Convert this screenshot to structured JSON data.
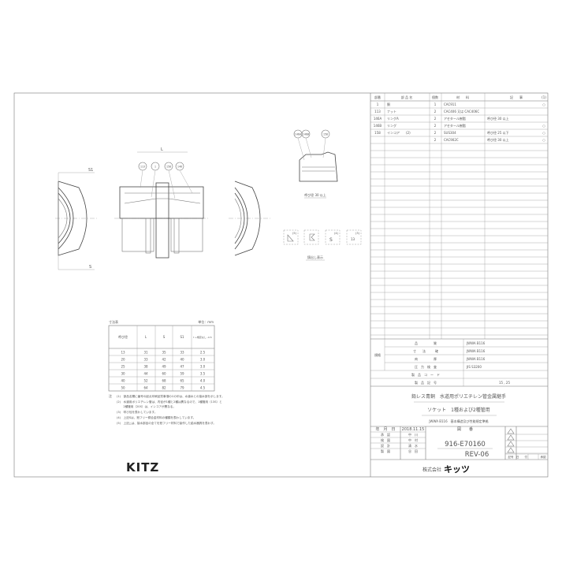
{
  "parts_table": {
    "headers": [
      "部番",
      "部 品 名",
      "個数",
      "材　　料",
      "記　　事",
      "(1)"
    ],
    "rows": [
      {
        "no": "1",
        "name": "胴",
        "qty": "1",
        "material": "CAC911",
        "remark": "",
        "mark": "○"
      },
      {
        "no": "113",
        "name": "ナット",
        "qty": "2",
        "material": "CAC406 又は CAC406C",
        "remark": "",
        "mark": ""
      },
      {
        "no": "146A",
        "name": "リングA",
        "qty": "2",
        "material": "アセタール樹脂",
        "remark": "呼び径 30 以上",
        "mark": ""
      },
      {
        "no": "146B",
        "name": "リング",
        "qty": "2",
        "material": "アセタール樹脂",
        "remark": "",
        "mark": "○"
      },
      {
        "no": "158",
        "name": "インコア　　(2)",
        "qty": "2",
        "material": "SUS304",
        "remark": "呼び径 25 以下",
        "mark": "○"
      },
      {
        "no": "",
        "name": "",
        "qty": "2",
        "material": "CAC902C",
        "remark": "呼び径 30 以上",
        "mark": "○"
      }
    ]
  },
  "standards": {
    "group_label": "規格",
    "rows": [
      {
        "label": "品　　　　　質",
        "value": "JWWA B116"
      },
      {
        "label": "寸　　法　　　確",
        "value": "JWWA B116"
      },
      {
        "label": "肉　　　　　厚",
        "value": "JWWA B116"
      },
      {
        "label": "圧　力　検　査",
        "value": "JIS S3200"
      },
      {
        "label": "製　品　コ　ー　ド",
        "value": ""
      },
      {
        "label": "製　品　記　号",
        "value": "15 , 25"
      }
    ]
  },
  "title": {
    "line1": "鉛レス青銅　水道用ポリエチレン管金属継手",
    "line2": "ソケット　1種および2種管用",
    "line3": "JWWA B116　基本構造及び性能規定準拠"
  },
  "title_block": {
    "date_label": "年　月　日",
    "date": "2018.11.15",
    "rows": [
      {
        "label": "承　認",
        "name": "中　川"
      },
      {
        "label": "検　図",
        "name": "中　村"
      },
      {
        "label": "設　計",
        "name": "清　水"
      },
      {
        "label": "製　図",
        "name": "谷　田"
      }
    ],
    "drawing_no_label": "図　　番",
    "drawing_no": "916-E70160",
    "revision": "REV-06",
    "rev_headers": [
      "記号",
      "日　　付",
      "承認"
    ],
    "company": "株式会社",
    "company_brand": "キッツ"
  },
  "logo": "KITZ",
  "dimension_table": {
    "caption": "寸法表",
    "unit": "単位：mm",
    "headers": [
      "呼び径",
      "L",
      "S",
      "S1",
      "t +規定なし -0.5"
    ],
    "rows": [
      [
        "13",
        "31",
        "35",
        "33",
        "2.5"
      ],
      [
        "20",
        "33",
        "42",
        "40",
        "3.0"
      ],
      [
        "25",
        "38",
        "49",
        "47",
        "3.0"
      ],
      [
        "30",
        "44",
        "60",
        "59",
        "3.5"
      ],
      [
        "40",
        "52",
        "68",
        "65",
        "4.0"
      ],
      [
        "50",
        "64",
        "82",
        "79",
        "4.5"
      ]
    ]
  },
  "notes": {
    "label": "注",
    "items": [
      "(1)　部品名欄に番号の起点印刷品質事項のCの印は、水道水との接水部を示します。",
      "(2)　水道用ポリエチレン管は、内径が1種と2種は異なるので、1種管用（13S）と",
      "　　 2種管用（20S）は、インコアが異なる。",
      "(3)　呼び径を表わしています。",
      "(4)　上記Sは、鉛フリー銅合金材料の種類を表わしています。",
      "(5)　上記△は、接水部品の全てを鉛フリー材料で製作した給水器具を表わす。"
    ]
  },
  "drawing": {
    "dim_L": "L",
    "dim_S": "S",
    "dim_S1": "S1",
    "balloons_main": [
      "113",
      "1",
      "158",
      "146"
    ],
    "balloons_detail": [
      "146A",
      "146B",
      "158"
    ],
    "detail_caption": "呼び径 30 以上",
    "marks_caption": "鋳出し表示",
    "mark_labels": [
      "(5)",
      "(4)",
      "(3)"
    ],
    "mark_size": "13"
  }
}
